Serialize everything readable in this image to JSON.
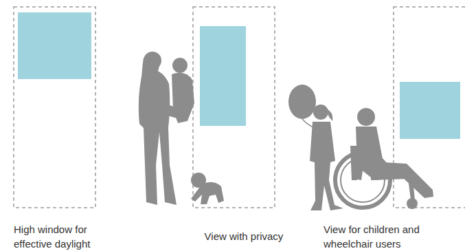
{
  "diagram": {
    "labels": [
      "High window for effective daylight",
      "View with privacy",
      "View for children and wheelchair users"
    ]
  }
}
